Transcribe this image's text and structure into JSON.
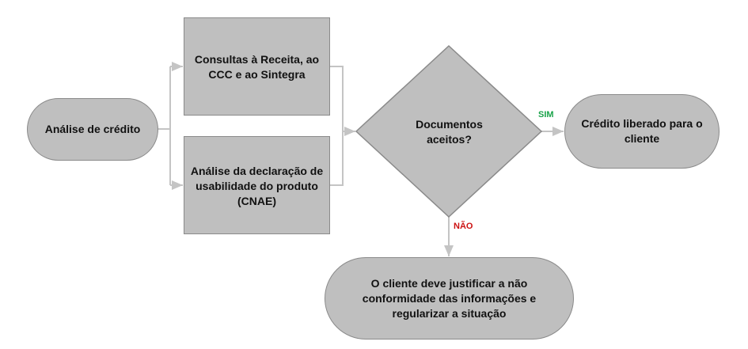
{
  "nodes": {
    "start": "Análise de crédito",
    "check_receita": "Consultas à Receita, ao CCC e ao Sintegra",
    "check_cnae": "Análise da declaração de usabilidade do produto (CNAE)",
    "decision": "Documentos aceitos?",
    "approved": "Crédito liberado para o cliente",
    "rejected": "O cliente deve justificar a não conformidade das informações e regularizar a situação"
  },
  "edges": {
    "yes_label": "SIM",
    "no_label": "NÃO"
  },
  "colors": {
    "node_fill": "#bfbfbf",
    "connector": "#c4c4c4",
    "yes": "#1aa34a",
    "no": "#cc1111"
  }
}
